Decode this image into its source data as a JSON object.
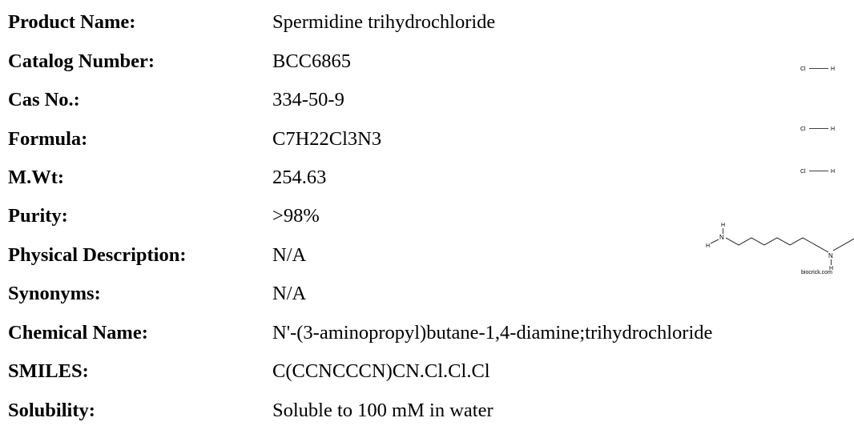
{
  "fields": [
    {
      "label": "Product Name:",
      "value": "Spermidine trihydrochloride"
    },
    {
      "label": "Catalog Number:",
      "value": "BCC6865"
    },
    {
      "label": "Cas No.:",
      "value": "334-50-9"
    },
    {
      "label": "Formula:",
      "value": "C7H22Cl3N3"
    },
    {
      "label": "M.Wt:",
      "value": "254.63"
    },
    {
      "label": "Purity:",
      "value": ">98%"
    },
    {
      "label": "Physical Description:",
      "value": "N/A"
    },
    {
      "label": "Synonyms:",
      "value": "N/A"
    },
    {
      "label": "Chemical Name:",
      "value": "N'-(3-aminopropyl)butane-1,4-diamine;trihydrochloride"
    },
    {
      "label": "SMILES:",
      "value": "C(CCNCCCN)CN.Cl.Cl.Cl"
    },
    {
      "label": "Solubility:",
      "value": "Soluble to 100 mM in water"
    }
  ],
  "structure": {
    "hcl_atoms": [
      "Cl",
      "H"
    ],
    "n_atom": "N",
    "h_atom": "H",
    "watermark": "biocrick.com"
  }
}
